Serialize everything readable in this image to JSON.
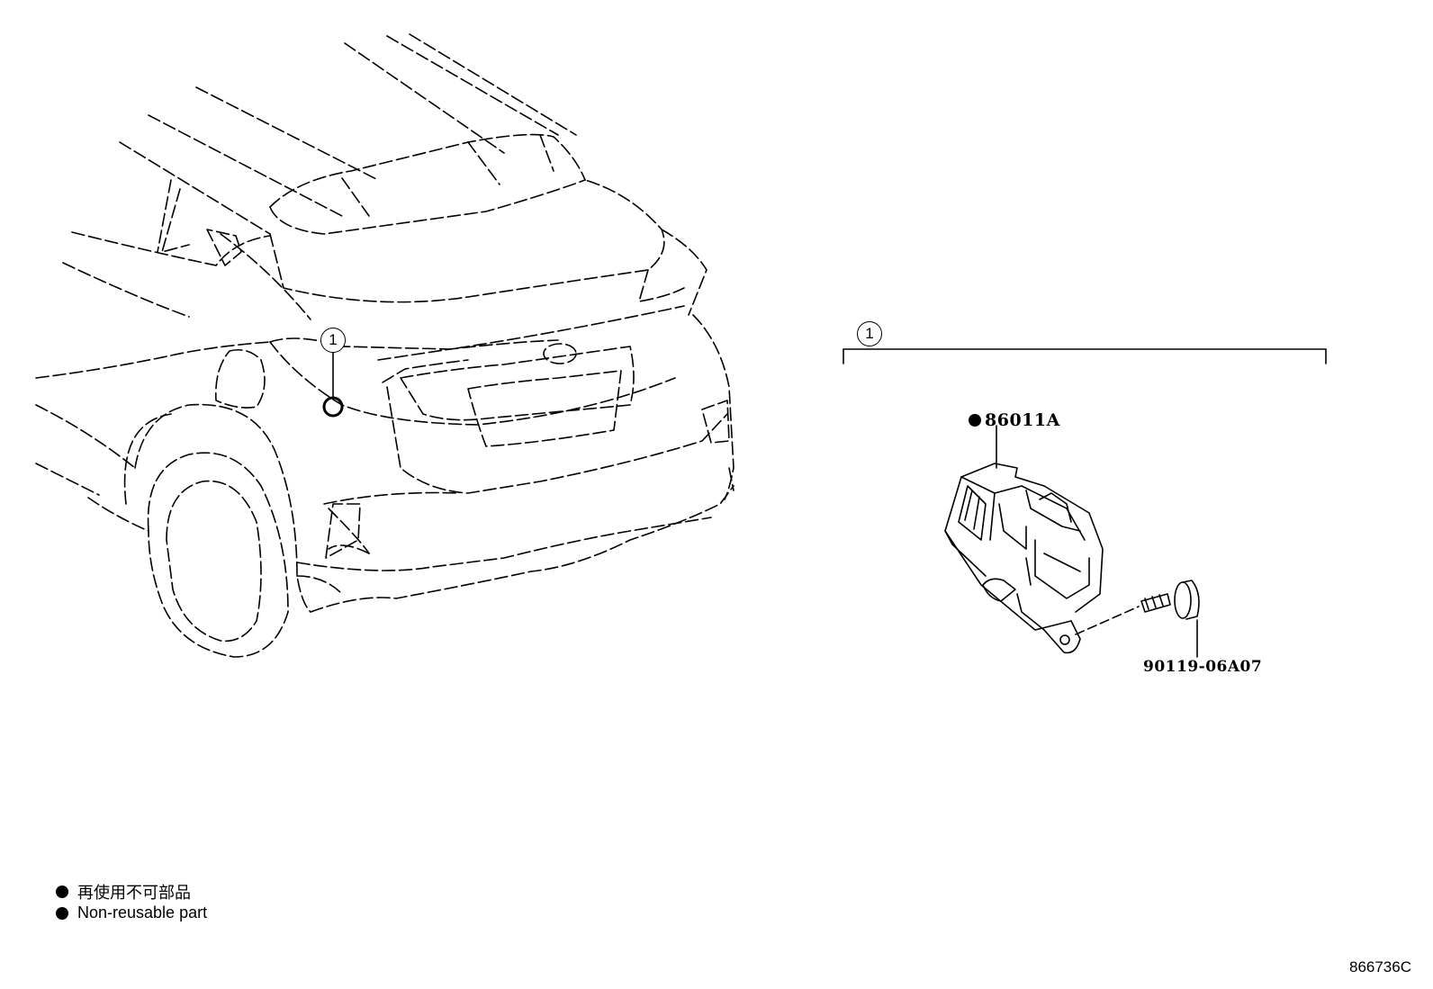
{
  "callouts": {
    "vehicle_callout": "1",
    "group_callout": "1"
  },
  "parts": {
    "sensor_part_number": "86011A",
    "bolt_part_number": "90119-06A07"
  },
  "legend": {
    "japanese": "再使用不可部品",
    "english": "Non-reusable part"
  },
  "diagram_id": "866736C"
}
